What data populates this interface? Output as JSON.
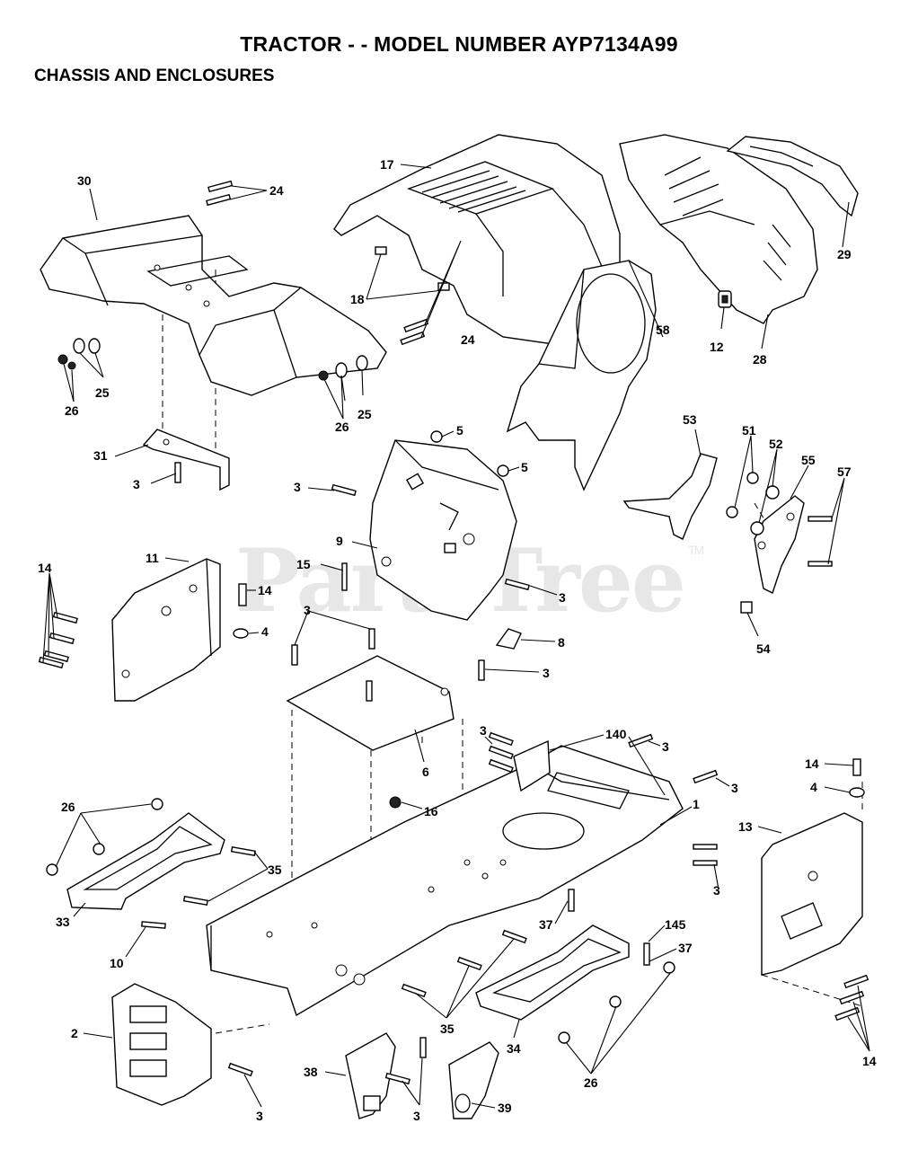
{
  "header": {
    "title": "TRACTOR - - MODEL NUMBER AYP7134A99",
    "subtitle": "CHASSIS AND ENCLOSURES"
  },
  "watermark": {
    "text": "PartsTree",
    "mark": "TM"
  },
  "callouts": [
    {
      "id": "c17",
      "text": "17"
    },
    {
      "id": "c30",
      "text": "30"
    },
    {
      "id": "c24a",
      "text": "24"
    },
    {
      "id": "c29",
      "text": "29"
    },
    {
      "id": "c18",
      "text": "18"
    },
    {
      "id": "c24b",
      "text": "24"
    },
    {
      "id": "c12",
      "text": "12"
    },
    {
      "id": "c28",
      "text": "28"
    },
    {
      "id": "c58",
      "text": "58"
    },
    {
      "id": "c25a",
      "text": "25"
    },
    {
      "id": "c26a",
      "text": "26"
    },
    {
      "id": "c26b",
      "text": "26"
    },
    {
      "id": "c25b",
      "text": "25"
    },
    {
      "id": "c5a",
      "text": "5"
    },
    {
      "id": "c53",
      "text": "53"
    },
    {
      "id": "c31",
      "text": "31"
    },
    {
      "id": "c5b",
      "text": "5"
    },
    {
      "id": "c51",
      "text": "51"
    },
    {
      "id": "c52",
      "text": "52"
    },
    {
      "id": "c55",
      "text": "55"
    },
    {
      "id": "c57",
      "text": "57"
    },
    {
      "id": "c3a",
      "text": "3"
    },
    {
      "id": "c3b",
      "text": "3"
    },
    {
      "id": "c9",
      "text": "9"
    },
    {
      "id": "c11",
      "text": "11"
    },
    {
      "id": "c15",
      "text": "15"
    },
    {
      "id": "c14a",
      "text": "14"
    },
    {
      "id": "c14b",
      "text": "14"
    },
    {
      "id": "c3c",
      "text": "3"
    },
    {
      "id": "c4a",
      "text": "4"
    },
    {
      "id": "c54",
      "text": "54"
    },
    {
      "id": "c3d",
      "text": "3"
    },
    {
      "id": "c8",
      "text": "8"
    },
    {
      "id": "c3e",
      "text": "3"
    },
    {
      "id": "c3f",
      "text": "3"
    },
    {
      "id": "c140",
      "text": "140"
    },
    {
      "id": "c3g",
      "text": "3"
    },
    {
      "id": "c6",
      "text": "6"
    },
    {
      "id": "c14c",
      "text": "14"
    },
    {
      "id": "c3h",
      "text": "3"
    },
    {
      "id": "c4b",
      "text": "4"
    },
    {
      "id": "c1",
      "text": "1"
    },
    {
      "id": "c26c",
      "text": "26"
    },
    {
      "id": "c16",
      "text": "16"
    },
    {
      "id": "c13",
      "text": "13"
    },
    {
      "id": "c35a",
      "text": "35"
    },
    {
      "id": "c3i",
      "text": "3"
    },
    {
      "id": "c33",
      "text": "33"
    },
    {
      "id": "c37a",
      "text": "37"
    },
    {
      "id": "c145",
      "text": "145"
    },
    {
      "id": "c10",
      "text": "10"
    },
    {
      "id": "c37b",
      "text": "37"
    },
    {
      "id": "c2",
      "text": "2"
    },
    {
      "id": "c35b",
      "text": "35"
    },
    {
      "id": "c34",
      "text": "34"
    },
    {
      "id": "c14d",
      "text": "14"
    },
    {
      "id": "c26d",
      "text": "26"
    },
    {
      "id": "c38",
      "text": "38"
    },
    {
      "id": "c39",
      "text": "39"
    },
    {
      "id": "c3j",
      "text": "3"
    },
    {
      "id": "c3k",
      "text": "3"
    }
  ]
}
